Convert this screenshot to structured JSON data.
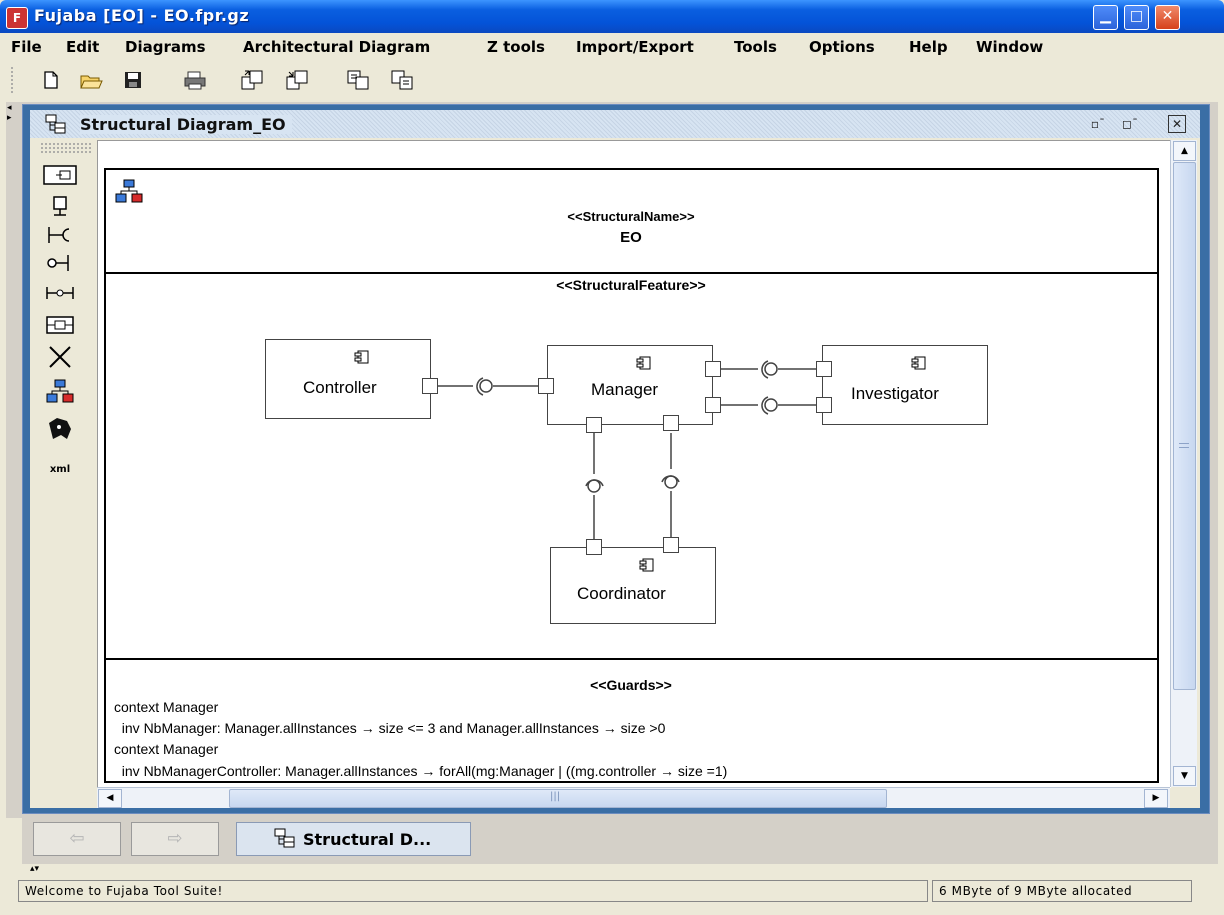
{
  "window": {
    "title": "Fujaba [EO] - EO.fpr.gz",
    "app_icon": "fujaba-icon",
    "controls": [
      "minimize",
      "maximize",
      "close"
    ]
  },
  "menu": [
    "File",
    "Edit",
    "Diagrams",
    "Architectural Diagram",
    "Z tools",
    "Import/Export",
    "Tools",
    "Options",
    "Help",
    "Window"
  ],
  "toolbar": {
    "buttons": [
      "new-file-icon",
      "open-folder-icon",
      "save-disk-icon",
      "print-icon",
      "export-diagram-icon",
      "import-diagram-icon",
      "copy-diagram-icon",
      "paste-diagram-icon"
    ]
  },
  "internal_frame": {
    "title": "Structural Diagram_EO",
    "controls": [
      "restore-icon",
      "maximize-icon",
      "close-icon"
    ]
  },
  "palette": {
    "tools": [
      "component-tool-icon",
      "port-tool-icon",
      "required-interface-tool-icon",
      "provided-interface-tool-icon",
      "connector-tool-icon",
      "delegation-tool-icon",
      "delete-tool-icon",
      "structure-tool-icon",
      "paint-tool-icon",
      "xml-tool-icon"
    ]
  },
  "diagram": {
    "structural_name_stereotype": "<<StructuralName>>",
    "structural_name": "EO",
    "feature_stereotype": "<<StructuralFeature>>",
    "components": {
      "controller": "Controller",
      "manager": "Manager",
      "investigator": "Investigator",
      "coordinator": "Coordinator"
    },
    "guards_stereotype": "<<Guards>>",
    "guards": [
      "context Manager",
      "  inv NbManager: Manager.allInstances → size <= 3 and Manager.allInstances → size >0",
      "context Manager",
      "  inv NbManagerController: Manager.allInstances → forAll(mg:Manager | ((mg.controller → size =1)"
    ]
  },
  "scrollbars": {
    "vertical": {
      "up": "▲",
      "down": "▼"
    },
    "horizontal": {
      "left": "◀",
      "right": "▶",
      "grip": "|||"
    }
  },
  "window_list": {
    "back_label": "⇦",
    "forward_label": "⇨",
    "task_label": "Structural D..."
  },
  "status": {
    "message": "Welcome to Fujaba Tool Suite!",
    "memory": "6 MByte of 9 MByte allocated"
  }
}
